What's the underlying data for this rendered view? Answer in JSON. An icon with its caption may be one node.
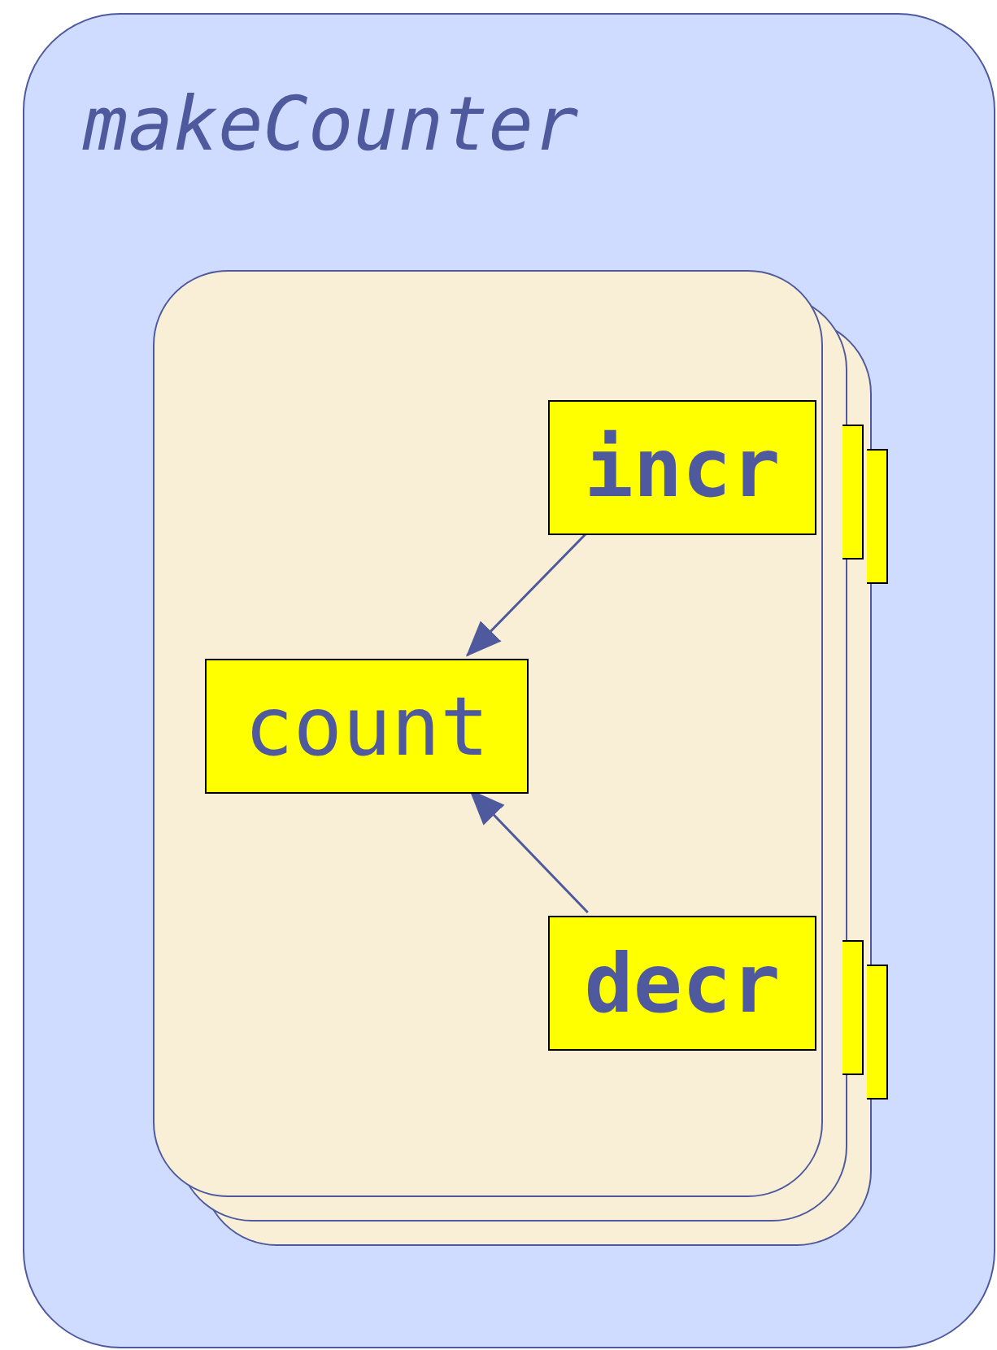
{
  "diagram": {
    "nodes": [
      {
        "text": [
          "makeCounter"
        ]
      },
      {
        "text": [],
        "shape": "box",
        "in": 0
      },
      {
        "text": [
          "incr"
        ],
        "in": 1
      },
      {
        "text": [
          "count"
        ],
        "in": 1
      },
      {
        "text": [
          "decr"
        ],
        "in": 1
      }
    ],
    "edges": [
      {
        "from": 2,
        "to": 3,
        "arrow": "to"
      },
      {
        "from": 4,
        "to": 3,
        "arrow": "to"
      }
    ]
  }
}
